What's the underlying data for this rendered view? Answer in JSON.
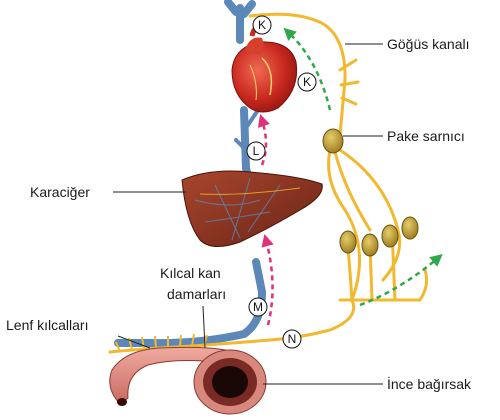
{
  "labels": {
    "thoracic_duct": "Göğüs kanalı",
    "lymph_node": "Pake sarnıcı",
    "liver": "Karaciğer",
    "capillaries_line1": "Kılcal kan",
    "capillaries_line2": "damarları",
    "lymph_capillaries": "Lenf kılcalları",
    "small_intestine": "İnce bağırsak"
  },
  "markers": {
    "k_top": "K",
    "k_right": "K",
    "l": "L",
    "m": "M",
    "n": "N"
  },
  "colors": {
    "lymph": "#f2b830",
    "vessel": "#5b88b8",
    "flow_pink": "#e0307a",
    "flow_green": "#2fa84a",
    "heart": "#c8281e",
    "liver": "#8a3222",
    "intestine": "#e8958a",
    "node": "#b8962a"
  }
}
